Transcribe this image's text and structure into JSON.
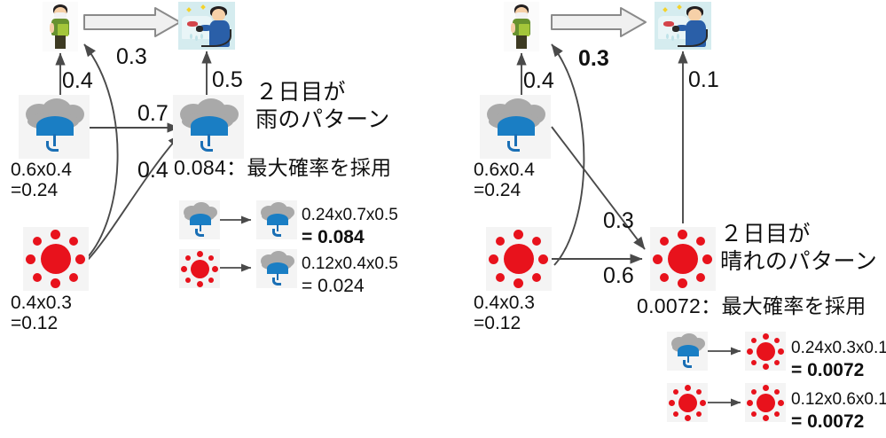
{
  "diagram": {
    "title_hint": "Viterbi / HMM weather-activity trellis (Japanese)",
    "left_panel": {
      "name": "rain-pattern-panel",
      "caption_line1": "２日目が",
      "caption_line2": "雨のパターン",
      "result_text": "0.084：最大確率を採用",
      "start_rain_label_line1": "0.6x0.4",
      "start_rain_label_line2": "=0.24",
      "start_sun_label_line1": "0.4x0.3",
      "start_sun_label_line2": "=0.12",
      "edges": [
        {
          "name": "rain-to-mask-person",
          "weight": "0.4",
          "bold": false
        },
        {
          "name": "sun-to-mask-person-curved",
          "weight": "0.3",
          "bold": false
        },
        {
          "name": "rain-to-rain",
          "weight": "0.7",
          "bold": false
        },
        {
          "name": "sun-to-rain-curved",
          "weight": "0.4",
          "bold": false
        },
        {
          "name": "rain-day2-to-washing",
          "weight": "0.5",
          "bold": false
        }
      ],
      "legend": [
        {
          "from_icon": "rain-icon",
          "to_icon": "rain-icon",
          "expression": "0.24x0.7x0.5",
          "result": "= 0.084",
          "result_bold": true
        },
        {
          "from_icon": "sun-icon",
          "to_icon": "rain-icon",
          "expression": "0.12x0.4x0.5",
          "result": "= 0.024",
          "result_bold": false
        }
      ]
    },
    "right_panel": {
      "name": "sunny-pattern-panel",
      "caption_line1": "２日目が",
      "caption_line2": "晴れのパターン",
      "result_text": "0.0072：最大確率を採用",
      "start_rain_label_line1": "0.6x0.4",
      "start_rain_label_line2": "=0.24",
      "start_sun_label_line1": "0.4x0.3",
      "start_sun_label_line2": "=0.12",
      "edges": [
        {
          "name": "rain-to-mask-person",
          "weight": "0.4",
          "bold": false
        },
        {
          "name": "sun-to-mask-person-curved",
          "weight": "0.3",
          "bold": true
        },
        {
          "name": "rain-to-sun-diagonal",
          "weight": "0.3",
          "bold": false
        },
        {
          "name": "sun-to-sun",
          "weight": "0.6",
          "bold": false
        },
        {
          "name": "sun-day2-to-washing",
          "weight": "0.1",
          "bold": false
        }
      ],
      "legend": [
        {
          "from_icon": "rain-icon",
          "to_icon": "sun-icon",
          "expression": "0.24x0.3x0.1",
          "result": "= 0.0072",
          "result_bold": true
        },
        {
          "from_icon": "sun-icon",
          "to_icon": "sun-icon",
          "expression": "0.12x0.6x0.1",
          "result": "= 0.0072",
          "result_bold": true
        }
      ]
    },
    "colors": {
      "sun": "#e8121c",
      "umbrella": "#1a7ec4",
      "cloud": "#a9a9a9",
      "arrow": "#4a4a4a",
      "block_arrow_fill": "#f0f0f0",
      "block_arrow_stroke": "#8a8a8a",
      "text": "#101010",
      "icon_bg": "#f4f4f4"
    }
  }
}
